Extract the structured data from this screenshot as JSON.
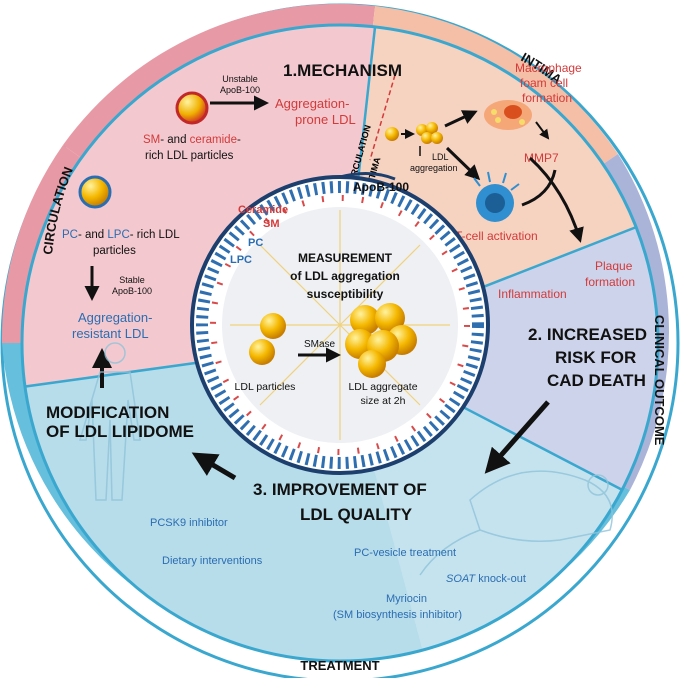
{
  "ring_labels": {
    "circulation": "CIRCULATION",
    "intima": "INTIMA",
    "clinical_outcome": "CLINICAL OUTCOME",
    "treatment": "TREATMENT"
  },
  "mechanism": {
    "title": "1.MECHANISM",
    "unstable_l1": "Unstable",
    "unstable_l2": "ApoB-100",
    "prone_l1": "Aggregation-",
    "prone_l2": "prone LDL",
    "sm_part1": "SM",
    "sm_part2": "- and ",
    "sm_part3": "ceramide",
    "sm_part4": "-",
    "sm_line2": "rich LDL particles",
    "pc_part1": "PC",
    "pc_part2": "- and ",
    "pc_part3": "LPC",
    "pc_part4": "- rich LDL",
    "pc_line2": "particles",
    "stable_l1": "Stable",
    "stable_l2": "ApoB-100",
    "resistant_l1": "Aggregation-",
    "resistant_l2": "resistant LDL"
  },
  "intima_panel": {
    "circulation_small": "CIRCULATION",
    "intima_small": "INTIMA",
    "ldl_agg_l1": "LDL",
    "ldl_agg_l2": "aggregation",
    "macrophage_l1": "Macrophage",
    "macrophage_l2": "foam cell",
    "macrophage_l3": "formation",
    "mmp7": "MMP7",
    "tcell": "T-cell activation"
  },
  "center": {
    "apob": "ApoB-100",
    "ceramide": "Ceramide",
    "sm": "SM",
    "pc": "PC",
    "lpc": "LPC",
    "measure_l1": "MEASUREMENT",
    "measure_l2": "of LDL aggregation",
    "measure_l3": "susceptibility",
    "smase": "SMase",
    "ldl_particles": "LDL particles",
    "aggregate_l1": "LDL aggregate",
    "aggregate_l2": "size at 2h"
  },
  "clinical": {
    "plaque_l1": "Plaque",
    "plaque_l2": "formation",
    "inflammation": "Inflammation",
    "risk_l1": "2. INCREASED",
    "risk_l2": "RISK FOR",
    "risk_l3": "CAD DEATH"
  },
  "treatment": {
    "title_l1": "3. IMPROVEMENT OF",
    "title_l2": "LDL QUALITY",
    "modification_l1": "MODIFICATION",
    "modification_l2": "OF LDL LIPIDOME",
    "pcsk9": "PCSK9 inhibitor",
    "dietary": "Dietary interventions",
    "pc_vesicle": "PC-vesicle treatment",
    "soat_italic": "SOAT",
    "soat_rest": " knock-out",
    "myriocin_l1": "Myriocin",
    "myriocin_l2": "(SM biosynthesis inhibitor)"
  },
  "colors": {
    "pink": "#f3c9cf",
    "peach": "#f6d2c0",
    "clinical_blue": "#cdd3ea",
    "treatment_blue": "#b7dcea",
    "ring_outer": "#4bafd1",
    "red_text": "#d33a3a",
    "blue_text": "#2a6db2"
  }
}
